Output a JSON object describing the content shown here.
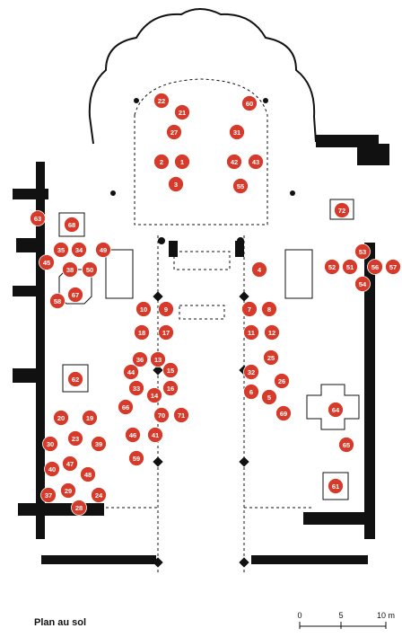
{
  "plan": {
    "caption": "Plan au sol",
    "scale": {
      "ticks": [
        "0",
        "5",
        "10 m"
      ]
    },
    "colors": {
      "marker": "#d63a2a",
      "walls": "#111111",
      "background": "#ffffff"
    },
    "markers": [
      {
        "label": "1"
      },
      {
        "label": "2"
      },
      {
        "label": "3"
      },
      {
        "label": "4"
      },
      {
        "label": "5"
      },
      {
        "label": "6"
      },
      {
        "label": "7"
      },
      {
        "label": "8"
      },
      {
        "label": "9"
      },
      {
        "label": "10"
      },
      {
        "label": "11"
      },
      {
        "label": "12"
      },
      {
        "label": "13"
      },
      {
        "label": "14"
      },
      {
        "label": "15"
      },
      {
        "label": "16"
      },
      {
        "label": "17"
      },
      {
        "label": "18"
      },
      {
        "label": "19"
      },
      {
        "label": "20"
      },
      {
        "label": "21"
      },
      {
        "label": "22"
      },
      {
        "label": "23"
      },
      {
        "label": "24"
      },
      {
        "label": "25"
      },
      {
        "label": "26"
      },
      {
        "label": "27"
      },
      {
        "label": "28"
      },
      {
        "label": "29"
      },
      {
        "label": "30"
      },
      {
        "label": "31"
      },
      {
        "label": "32"
      },
      {
        "label": "33"
      },
      {
        "label": "34"
      },
      {
        "label": "35"
      },
      {
        "label": "36"
      },
      {
        "label": "37"
      },
      {
        "label": "38"
      },
      {
        "label": "39"
      },
      {
        "label": "40"
      },
      {
        "label": "41"
      },
      {
        "label": "42"
      },
      {
        "label": "43"
      },
      {
        "label": "44"
      },
      {
        "label": "45"
      },
      {
        "label": "46"
      },
      {
        "label": "47"
      },
      {
        "label": "48"
      },
      {
        "label": "49"
      },
      {
        "label": "50"
      },
      {
        "label": "51"
      },
      {
        "label": "52"
      },
      {
        "label": "53"
      },
      {
        "label": "54"
      },
      {
        "label": "55"
      },
      {
        "label": "56"
      },
      {
        "label": "57"
      },
      {
        "label": "58"
      },
      {
        "label": "59"
      },
      {
        "label": "60"
      },
      {
        "label": "61"
      },
      {
        "label": "62"
      },
      {
        "label": "63"
      },
      {
        "label": "64"
      },
      {
        "label": "65"
      },
      {
        "label": "66"
      },
      {
        "label": "67"
      },
      {
        "label": "68"
      },
      {
        "label": "69"
      },
      {
        "label": "70"
      },
      {
        "label": "71"
      },
      {
        "label": "72"
      }
    ]
  }
}
